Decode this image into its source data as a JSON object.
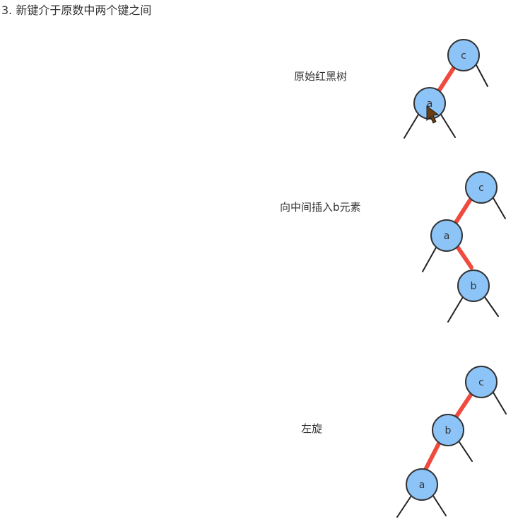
{
  "heading": "3. 新键介于原数中两个键之间",
  "labels": {
    "step1": "原始红黑树",
    "step2": "向中间插入b元素",
    "step3": "左旋"
  },
  "nodes": {
    "step1_c": "c",
    "step1_a": "a",
    "step2_c": "c",
    "step2_a": "a",
    "step2_b": "b",
    "step3_c": "c",
    "step3_b": "b",
    "step3_a": "a"
  },
  "colors": {
    "node_fill": "#8cc4f8",
    "red_link": "#f04a3e",
    "black_link": "#222222"
  }
}
